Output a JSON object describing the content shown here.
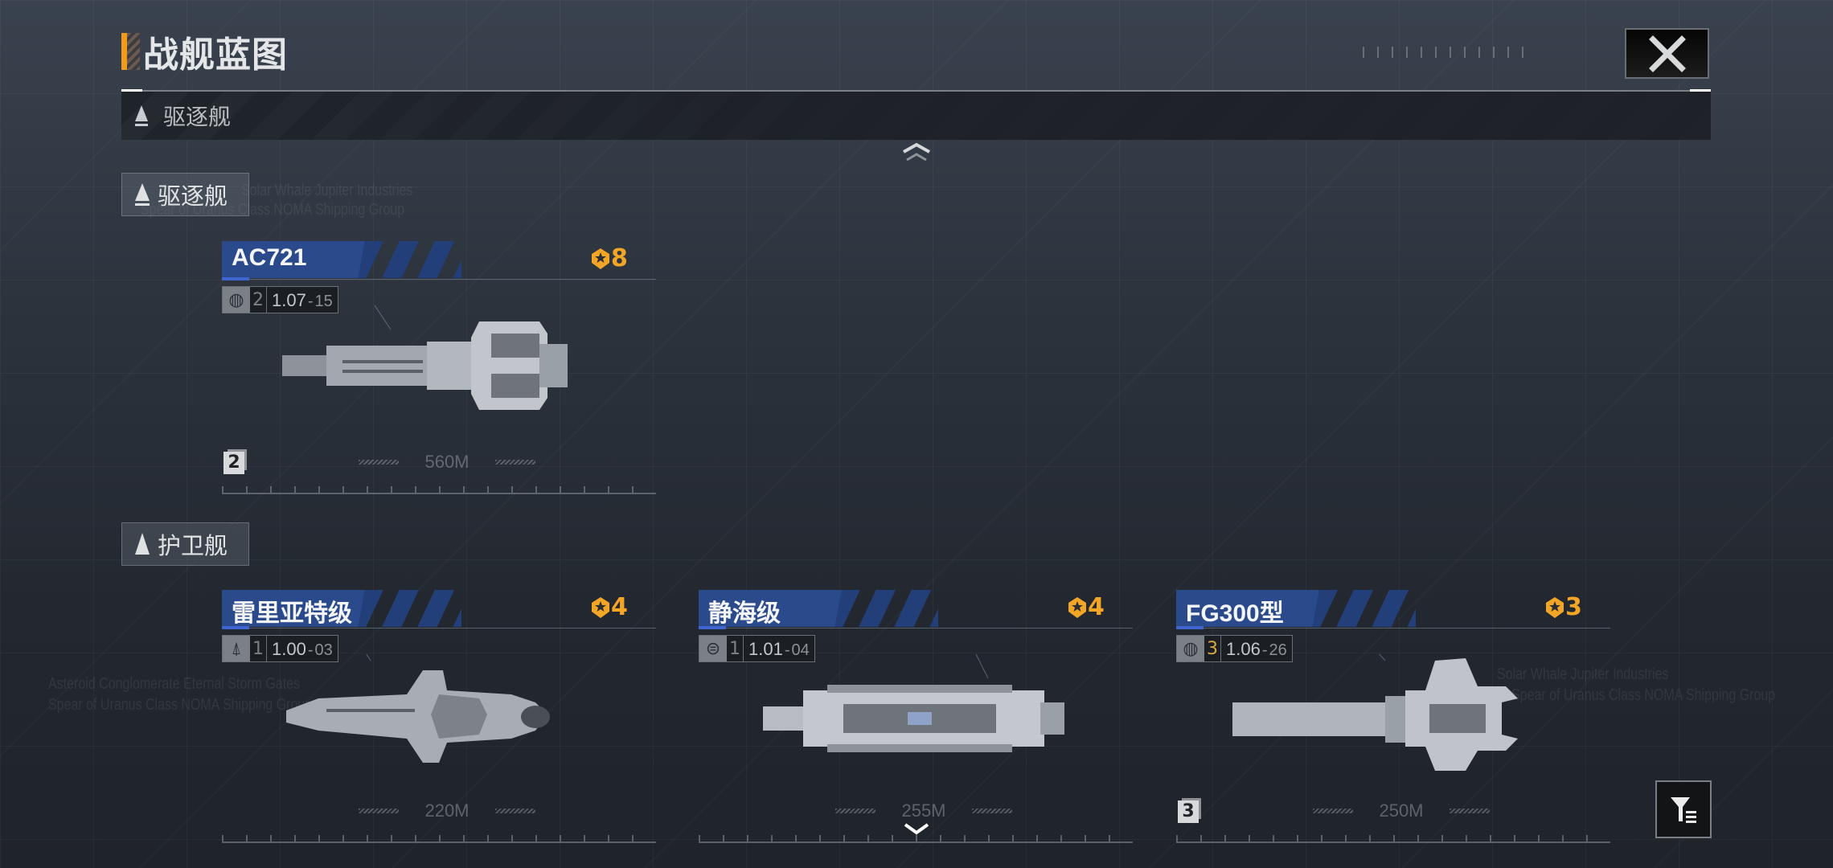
{
  "header": {
    "title": "战舰蓝图",
    "close_icon": "close-icon"
  },
  "dropdown": {
    "selected": "驱逐舰"
  },
  "watermarks": [
    "Solar Whale Jupiter Industries",
    "Spear of Uranus Class NOMA Shipping Group",
    "Asteroid Conglomerate Eternal Storm Gates",
    "Solar Whale Jupiter Industries",
    "Spear of Uranus Class NOMA Shipping Group"
  ],
  "sections": [
    {
      "label": "驱逐舰",
      "ships": [
        {
          "name": "AC721",
          "count": "8",
          "stat_icon": "globe-icon",
          "level": "2",
          "version": "1.07",
          "sub": "15",
          "scale": "560M",
          "tier": "2"
        }
      ]
    },
    {
      "label": "护卫舰",
      "ships": [
        {
          "name": "雷里亚特级",
          "count": "4",
          "stat_icon": "rocket-icon",
          "level": "1",
          "version": "1.00",
          "sub": "03",
          "scale": "220M"
        },
        {
          "name": "静海级",
          "count": "4",
          "stat_icon": "faction-icon",
          "level": "1",
          "version": "1.01",
          "sub": "04",
          "scale": "255M"
        },
        {
          "name": "FG300型",
          "count": "3",
          "stat_icon": "globe-icon",
          "level": "3",
          "version": "1.06",
          "sub": "26",
          "scale": "250M",
          "tier": "3"
        }
      ]
    }
  ],
  "colors": {
    "accent": "#f29a1c",
    "badge": "#f3a525",
    "header_blue": "#2b4a8c"
  }
}
